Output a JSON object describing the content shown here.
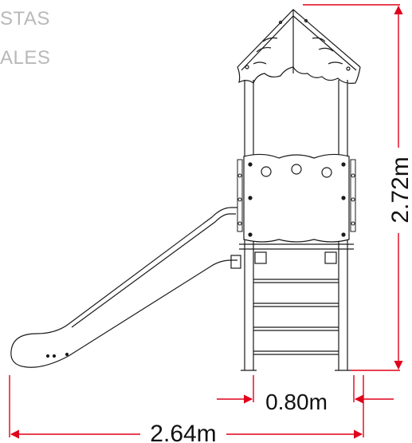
{
  "header": {
    "line1": "STAS",
    "line2": "ALES"
  },
  "dimensions": {
    "height": "2.72m",
    "width": "0.80m",
    "length": "2.64m"
  },
  "colors": {
    "dimension_line": "#e0001b",
    "drawing_line": "#1a1a1a",
    "header_text": "#b9b9b9"
  }
}
